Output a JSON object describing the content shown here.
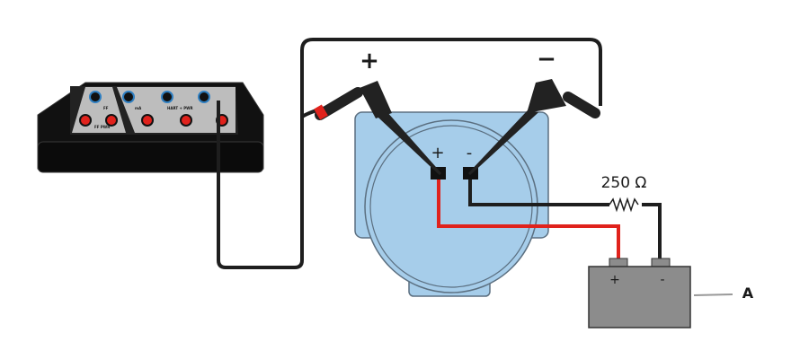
{
  "communicator": {
    "port_labels": [
      "FF",
      "FF PWR",
      "mA",
      "HART + PWR"
    ]
  },
  "probe_labels": {
    "positive": "+",
    "negative": "−"
  },
  "transmitter": {
    "terminal_positive": "+",
    "terminal_negative": "-"
  },
  "resistor": {
    "label": "250 Ω"
  },
  "power_supply": {
    "terminal_positive": "+",
    "terminal_negative": "-",
    "callout": "A"
  },
  "colors": {
    "housing": "#a6cdea",
    "housing_stroke": "#5b6f80",
    "positive_wire": "#e0221c",
    "negative_wire": "#1e1e1e",
    "device_body": "#111111",
    "panel": "#bdbdbd",
    "port_ring": "#2f7fc1",
    "battery": "#8c8c8c"
  }
}
